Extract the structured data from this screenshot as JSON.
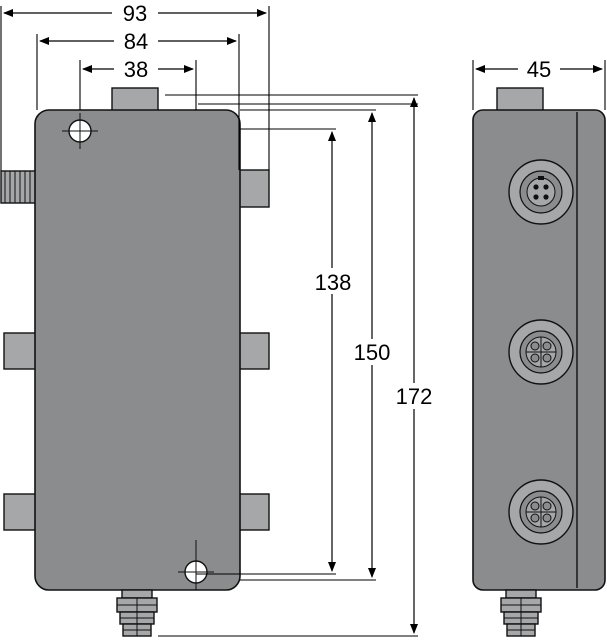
{
  "figure": {
    "background": "#ffffff",
    "body_color": "#8b8c8e",
    "connector_color": "#a6a7a9",
    "line_color": "#000000"
  },
  "dimensions": {
    "overall_width": "93",
    "mounting_width": "84",
    "connector_spacing": "38",
    "hole_spacing": "138",
    "body_height": "150",
    "overall_height": "172",
    "side_depth": "45"
  }
}
